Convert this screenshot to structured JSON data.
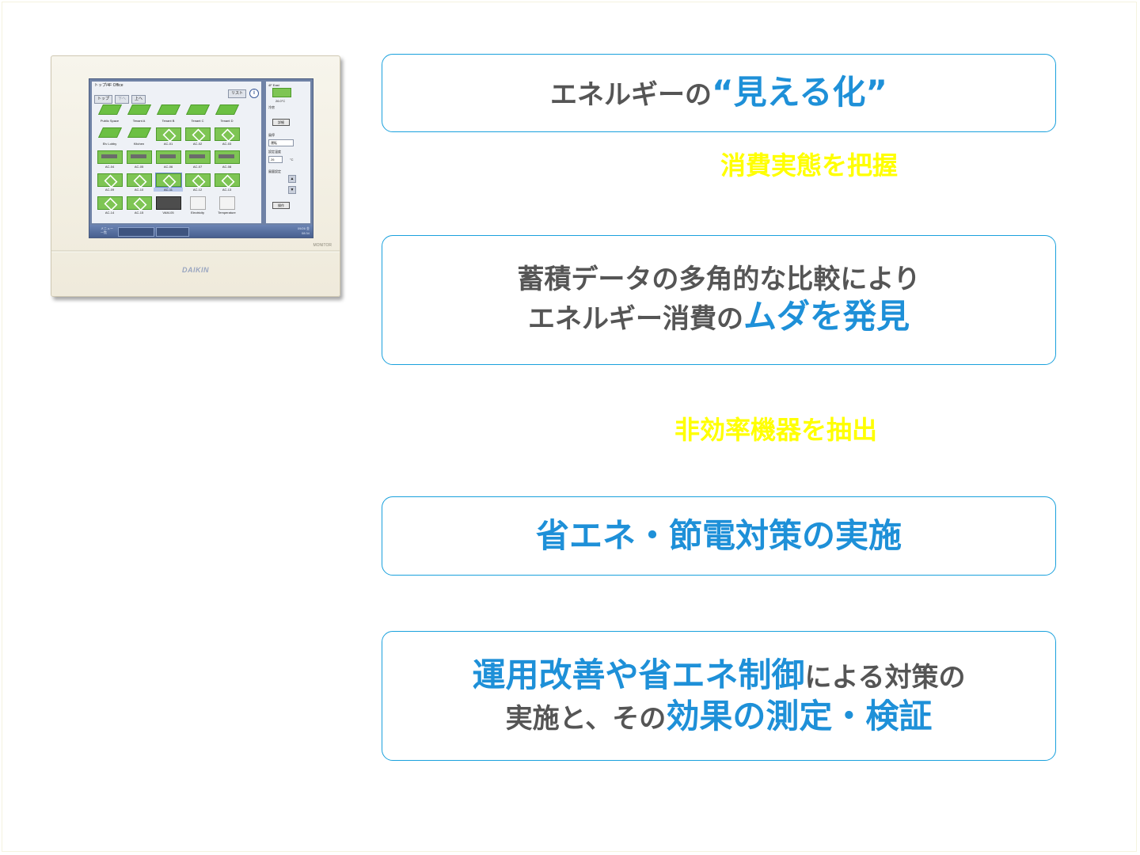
{
  "device": {
    "brand": "DAIKIN",
    "monitor_label": "MONITOR",
    "screen": {
      "title": "トップ/4F Office",
      "buttons": [
        "トップ",
        "下へ",
        "上へ"
      ],
      "list_button": "リスト",
      "units": [
        {
          "label": "Public Space",
          "icon": "tile"
        },
        {
          "label": "Tenant A",
          "icon": "tile"
        },
        {
          "label": "Tenant B",
          "icon": "tile"
        },
        {
          "label": "Tenant C",
          "icon": "tile"
        },
        {
          "label": "Tenant D",
          "icon": "tile"
        },
        {
          "label": "Elv Lobby",
          "icon": "tile"
        },
        {
          "label": "Kitchen",
          "icon": "tile"
        },
        {
          "label": "AC-01",
          "icon": "cassette"
        },
        {
          "label": "AC-02",
          "icon": "cassette"
        },
        {
          "label": "AC-03",
          "icon": "cassette"
        },
        {
          "label": "AC-04",
          "icon": "duct"
        },
        {
          "label": "AC-05",
          "icon": "duct"
        },
        {
          "label": "AC-06",
          "icon": "duct"
        },
        {
          "label": "AC-07",
          "icon": "duct"
        },
        {
          "label": "AC-08",
          "icon": "duct"
        },
        {
          "label": "AC-09",
          "icon": "cassette"
        },
        {
          "label": "AC-10",
          "icon": "cassette"
        },
        {
          "label": "AC-11",
          "icon": "cassette"
        },
        {
          "label": "AC-12",
          "icon": "cassette"
        },
        {
          "label": "AC-13",
          "icon": "cassette"
        },
        {
          "label": "AC-14",
          "icon": "cassette"
        },
        {
          "label": "AC-15",
          "icon": "cassette"
        },
        {
          "label": "VAM-05",
          "icon": "vam"
        },
        {
          "label": "Electricity",
          "icon": "electricity"
        },
        {
          "label": "Temperature",
          "icon": "temperature"
        }
      ],
      "side": {
        "area": "4F East",
        "temp": "26.0°C",
        "mode": "冷房",
        "detail_button": "詳細",
        "fan_label": "風停",
        "fan_value": "運転",
        "setpoint_label": "設定温度",
        "setpoint_value": "26",
        "setpoint_unit": "°C",
        "airflow_label": "風量設定",
        "operate_button": "操作"
      },
      "bottom_bar": {
        "menu": "メニュー 一覧",
        "date": "09/26 金",
        "time": "08:34"
      }
    }
  },
  "boxes": [
    {
      "parts": [
        [
          "g",
          "エネルギーの"
        ],
        [
          "b",
          "“見える化”"
        ]
      ]
    },
    {
      "line1": "蓄積データの多角的な比較により",
      "line2_gray": "エネルギー消費の",
      "line2_blue": "ムダを発見"
    },
    {
      "text": "省エネ・節電対策の実施"
    },
    {
      "l1_blue": "運用改善や省エネ制御",
      "l1_gray": "による対策の",
      "l2_gray": "実施と、その",
      "l2_blue": "効果の測定・検証"
    }
  ],
  "captions": {
    "c1": "消費実態を把握",
    "c2": "非効率機器を抽出"
  },
  "colors": {
    "accent_blue": "#1e90d8",
    "border_blue": "#1aa1dd",
    "caption_yellow": "#ffff00",
    "text_gray": "#555555"
  }
}
